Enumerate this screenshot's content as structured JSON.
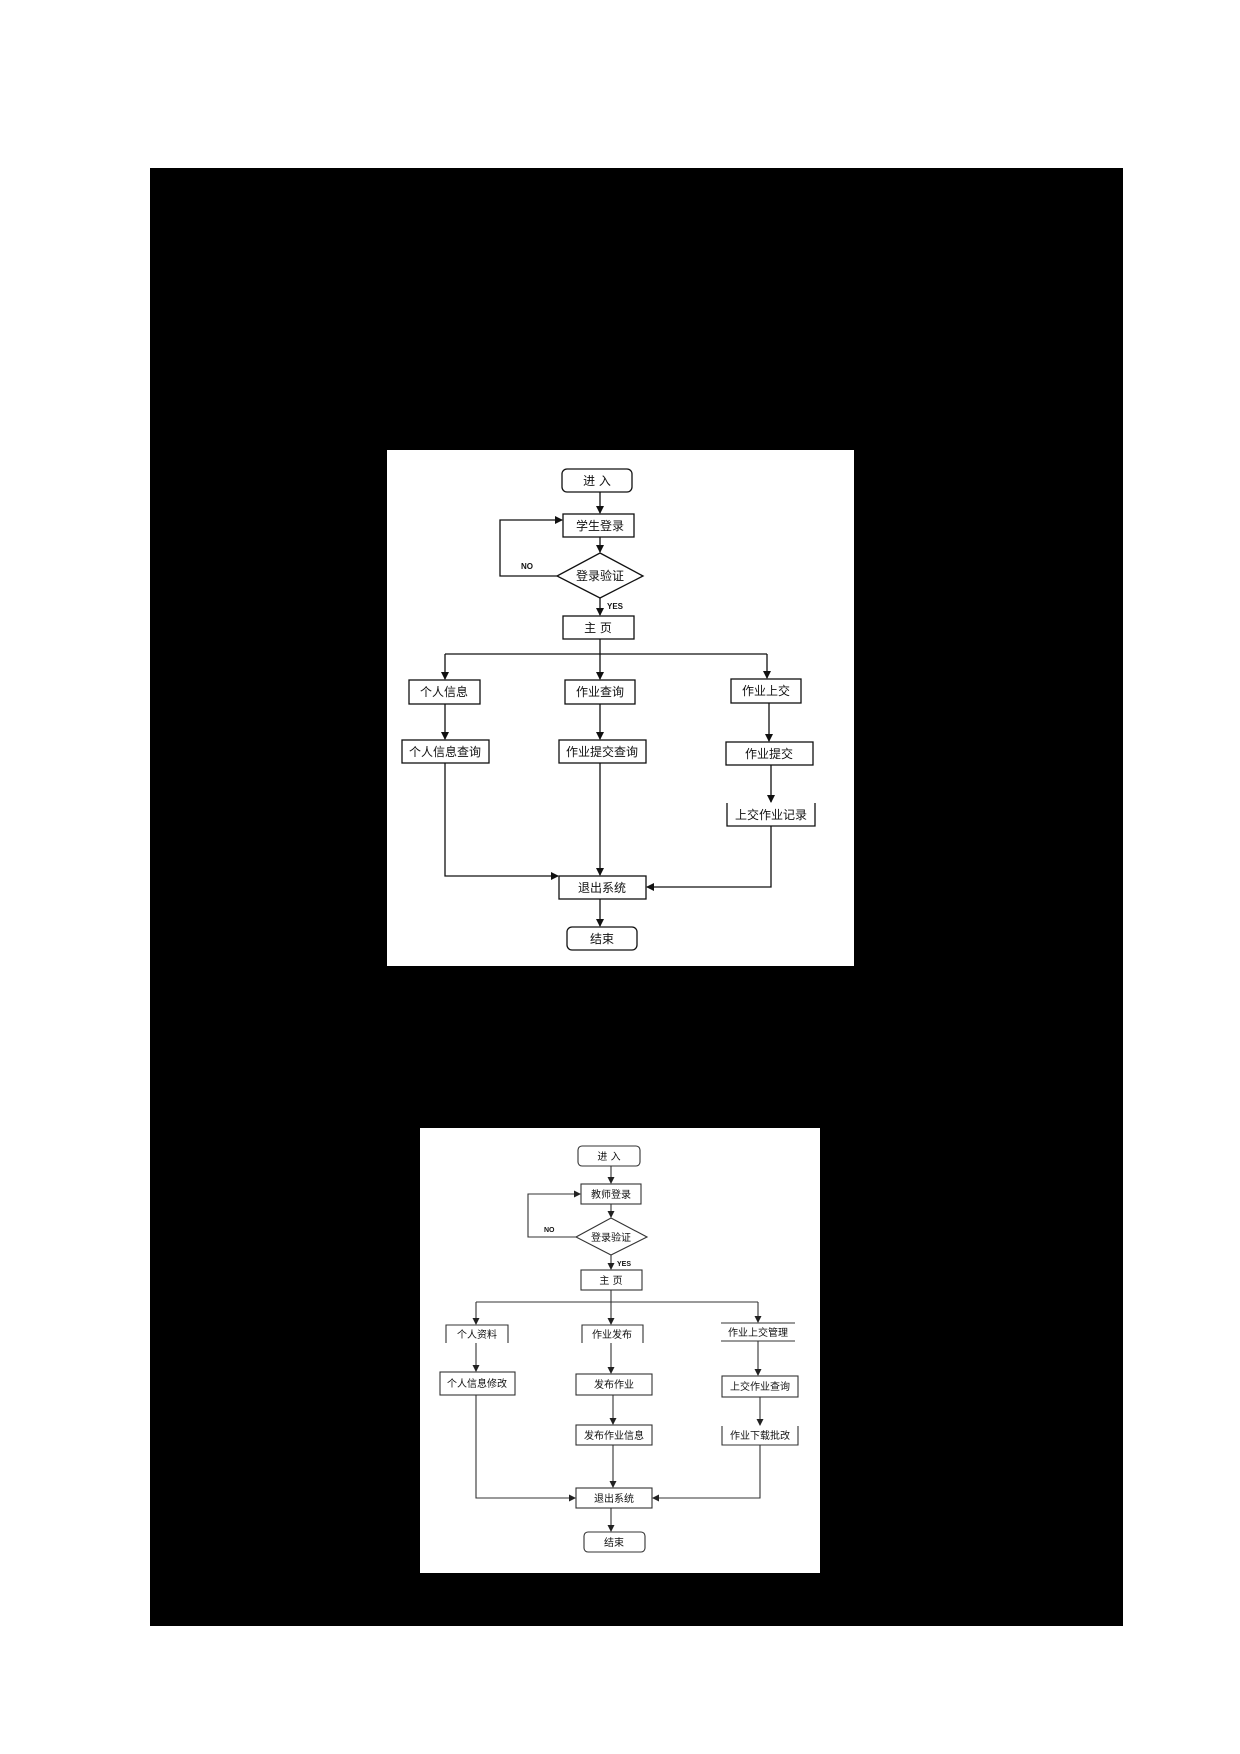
{
  "document": {
    "background_color": "#ffffff",
    "block_color": "#000000"
  },
  "student_flowchart": {
    "start": "进 入",
    "login": "学生登录",
    "verify": "登录验证",
    "no_label": "NO",
    "yes_label": "YES",
    "home": "主 页",
    "branches": [
      {
        "title": "个人信息",
        "steps": [
          "个人信息查询"
        ]
      },
      {
        "title": "作业查询",
        "steps": [
          "作业提交查询"
        ]
      },
      {
        "title": "作业上交",
        "steps": [
          "作业提交",
          "上交作业记录"
        ]
      }
    ],
    "exit": "退出系统",
    "end": "结束"
  },
  "teacher_flowchart": {
    "start": "进 入",
    "login": "教师登录",
    "verify": "登录验证",
    "no_label": "NO",
    "yes_label": "YES",
    "home": "主 页",
    "branches": [
      {
        "title": "个人资料",
        "steps": [
          "个人信息修改"
        ]
      },
      {
        "title": "作业发布",
        "steps": [
          "发布作业",
          "发布作业信息"
        ]
      },
      {
        "title": "作业上交管理",
        "steps": [
          "上交作业查询",
          "作业下载批改"
        ]
      }
    ],
    "exit": "退出系统",
    "end": "结束"
  }
}
